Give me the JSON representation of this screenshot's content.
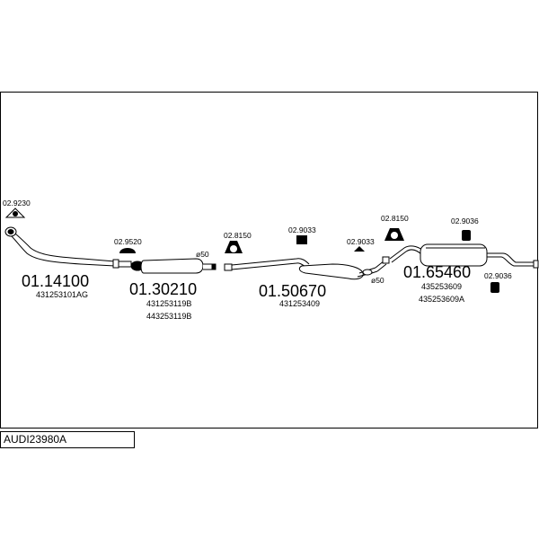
{
  "model_code": "AUDI23980A",
  "parts": [
    {
      "number": "01.14100",
      "refs": [
        "431253101AG"
      ]
    },
    {
      "number": "01.30210",
      "refs": [
        "431253119B",
        "443253119B"
      ]
    },
    {
      "number": "01.50670",
      "refs": [
        "431253409"
      ]
    },
    {
      "number": "01.65460",
      "refs": [
        "435253609",
        "435253609A"
      ]
    }
  ],
  "accessories": [
    "02.9230",
    "02.9520",
    "02.8150",
    "02.9033",
    "02.9033",
    "02.8150",
    "02.9036",
    "02.9036"
  ],
  "diameter_labels": [
    "ø50",
    "ø50"
  ]
}
